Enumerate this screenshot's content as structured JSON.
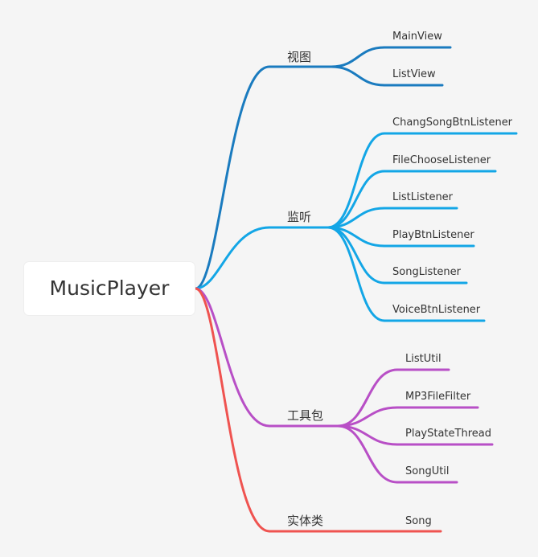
{
  "root": {
    "label": "MusicPlayer"
  },
  "branches": [
    {
      "label": "视图",
      "color": "#1a7bbf",
      "children": [
        "MainView",
        "ListView"
      ]
    },
    {
      "label": "监听",
      "color": "#13a6e6",
      "children": [
        "ChangSongBtnListener",
        "FileChooseListener",
        "ListListener",
        "PlayBtnListener",
        "SongListener",
        "VoiceBtnListener"
      ]
    },
    {
      "label": "工具包",
      "color": "#b84fc6",
      "children": [
        "ListUtil",
        "MP3FileFilter",
        "PlayStateThread",
        "SongUtil"
      ]
    },
    {
      "label": "实体类",
      "color": "#ef5350",
      "children": [
        "Song"
      ]
    }
  ]
}
